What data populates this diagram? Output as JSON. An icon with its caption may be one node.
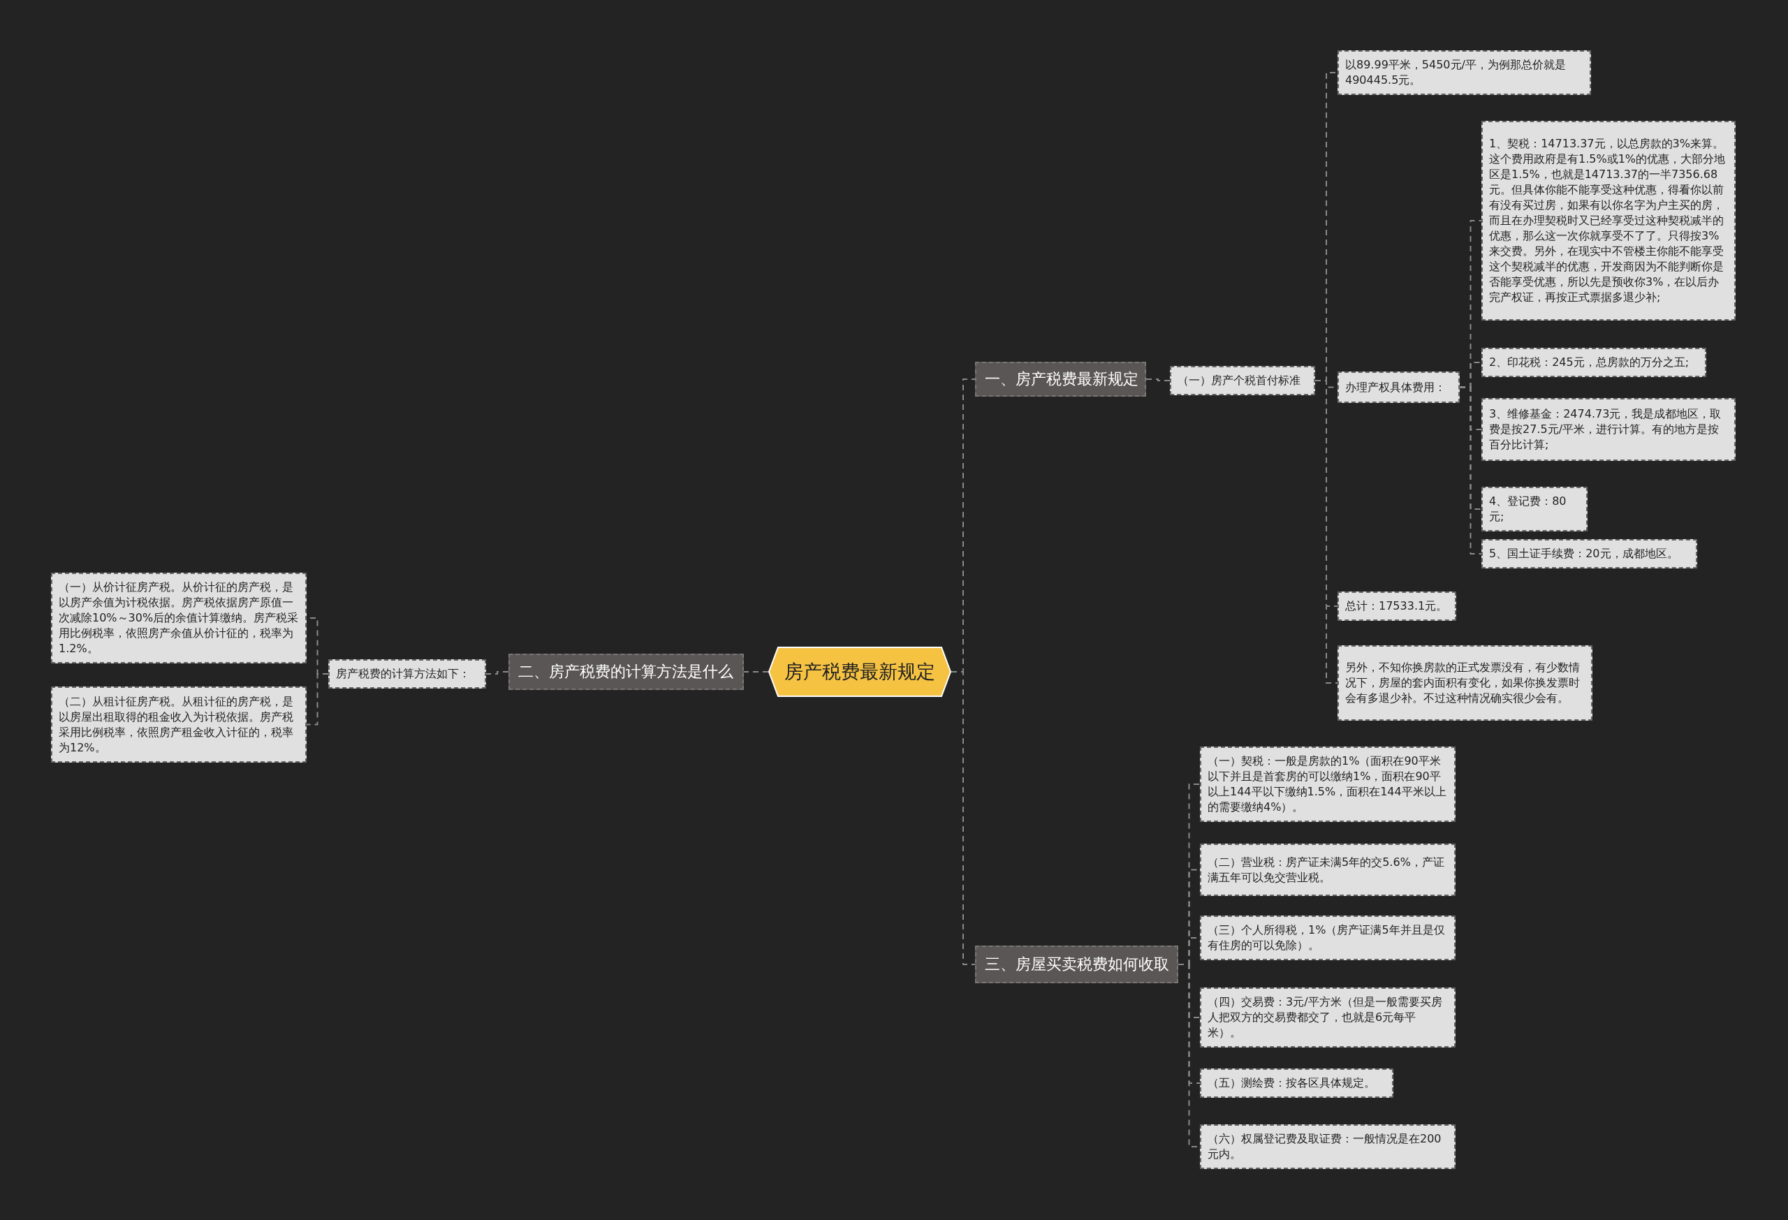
{
  "diagram": {
    "nodes": [
      {
        "text": [
          "房产税费最新规定"
        ]
      },
      {
        "text": [
          "一、房产税费最新规定"
        ]
      },
      {
        "text": [
          "（一）房产个税首付标准"
        ]
      },
      {
        "text": [
          "以89.99平米，5450元/平，为例那总价就是490445.5元。"
        ]
      },
      {
        "text": [
          "办理产权具体费用："
        ]
      },
      {
        "text": [
          "1、契税：14713.37元，以总房款的3%来算。这个费用政府是有1.5%或1%的优惠，大部分地区是1.5%，也就是14713.37的一半7356.68元。但具体你能不能享受这种优惠，得看你以前有没有买过房，如果有以你名字为户主买的房，而且在办理契税时又已经享受过这种契税减半的优惠，那么这一次你就享受不了了。只得按3%来交费。另外，在现实中不管楼主你能不能享受这个契税减半的优惠，开发商因为不能判断你是否能享受优惠，所以先是预收你3%，在以后办完产权证，再按正式票据多退少补;"
        ]
      },
      {
        "text": [
          "2、印花税：245元，总房款的万分之五;"
        ]
      },
      {
        "text": [
          "3、维修基金：2474.73元，我是成都地区，取费是按27.5元/平米，进行计算。有的地方是按百分比计算;"
        ]
      },
      {
        "text": [
          "4、登记费：80元;"
        ]
      },
      {
        "text": [
          "5、国土证手续费：20元，成都地区。"
        ]
      },
      {
        "text": [
          "总计：17533.1元。"
        ]
      },
      {
        "text": [
          "另外，不知你换房款的正式发票没有，有少数情况下，房屋的套内面积有变化，如果你换发票时会有多退少补。不过这种情况确实很少会有。"
        ]
      },
      {
        "text": [
          "二、房产税费的计算方法是什么"
        ]
      },
      {
        "text": [
          "房产税费的计算方法如下："
        ]
      },
      {
        "text": [
          "（一）从价计征房产税。从价计征的房产税，是以房产余值为计税依据。房产税依据房产原值一次减除10%～30%后的余值计算缴纳。房产税采用比例税率，依照房产余值从价计征的，税率为1.2%。"
        ]
      },
      {
        "text": [
          "（二）从租计征房产税。从租计征的房产税，是以房屋出租取得的租金收入为计税依据。房产税采用比例税率，依照房产租金收入计征的，税率为12%。"
        ]
      },
      {
        "text": [
          "三、房屋买卖税费如何收取"
        ]
      },
      {
        "text": [
          "（一）契税：一般是房款的1%（面积在90平米以下并且是首套房的可以缴纳1%，面积在90平以上144平以下缴纳1.5%，面积在144平米以上的需要缴纳4%）。"
        ]
      },
      {
        "text": [
          "（二）营业税：房产证未满5年的交5.6%，产证满五年可以免交营业税。"
        ]
      },
      {
        "text": [
          "（三）个人所得税，1%（房产证满5年并且是仅有住房的可以免除）。"
        ]
      },
      {
        "text": [
          "（四）交易费：3元/平方米（但是一般需要买房人把双方的交易费都交了，也就是6元每平米）。"
        ]
      },
      {
        "text": [
          "（五）测绘费：按各区具体规定。"
        ]
      },
      {
        "text": [
          "（六）权属登记费及取证费：一般情况是在200元内。"
        ]
      }
    ],
    "edges": [
      {
        "from": 0,
        "to": 1,
        "arrow": "none"
      },
      {
        "from": 1,
        "to": 2,
        "arrow": "none"
      },
      {
        "from": 2,
        "to": 3,
        "arrow": "none"
      },
      {
        "from": 2,
        "to": 4,
        "arrow": "none"
      },
      {
        "from": 4,
        "to": 5,
        "arrow": "none"
      },
      {
        "from": 4,
        "to": 6,
        "arrow": "none"
      },
      {
        "from": 4,
        "to": 7,
        "arrow": "none"
      },
      {
        "from": 4,
        "to": 8,
        "arrow": "none"
      },
      {
        "from": 4,
        "to": 9,
        "arrow": "none"
      },
      {
        "from": 2,
        "to": 10,
        "arrow": "none"
      },
      {
        "from": 2,
        "to": 11,
        "arrow": "none"
      },
      {
        "from": 0,
        "to": 12,
        "arrow": "none"
      },
      {
        "from": 12,
        "to": 13,
        "arrow": "none"
      },
      {
        "from": 13,
        "to": 14,
        "arrow": "none"
      },
      {
        "from": 13,
        "to": 15,
        "arrow": "none"
      },
      {
        "from": 0,
        "to": 16,
        "arrow": "none"
      },
      {
        "from": 16,
        "to": 17,
        "arrow": "none"
      },
      {
        "from": 16,
        "to": 18,
        "arrow": "none"
      },
      {
        "from": 16,
        "to": 19,
        "arrow": "none"
      },
      {
        "from": 16,
        "to": 20,
        "arrow": "none"
      },
      {
        "from": 16,
        "to": 21,
        "arrow": "none"
      },
      {
        "from": 16,
        "to": 22,
        "arrow": "none"
      }
    ]
  }
}
